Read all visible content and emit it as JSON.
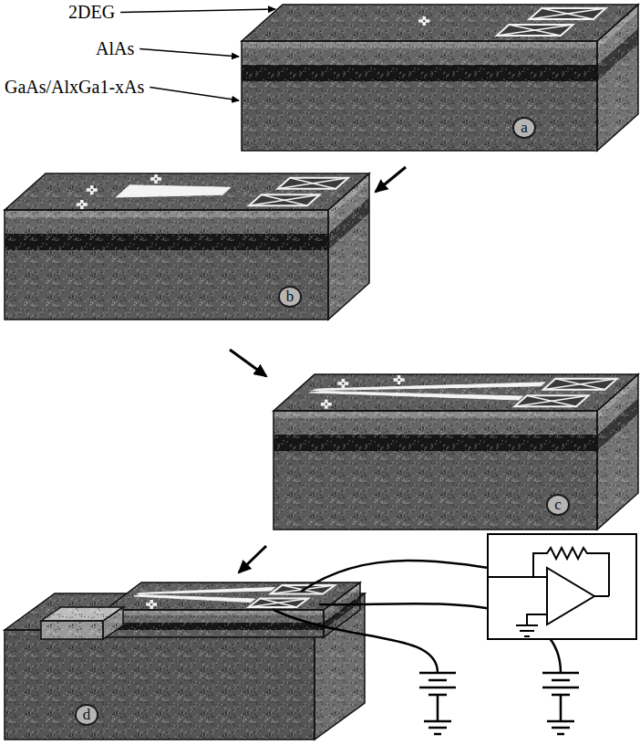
{
  "diagram": {
    "labels": [
      "2DEG",
      "AlAs",
      "GaAs/AlxGa1-xAs",
      "a",
      "b",
      "c",
      "d"
    ]
  }
}
